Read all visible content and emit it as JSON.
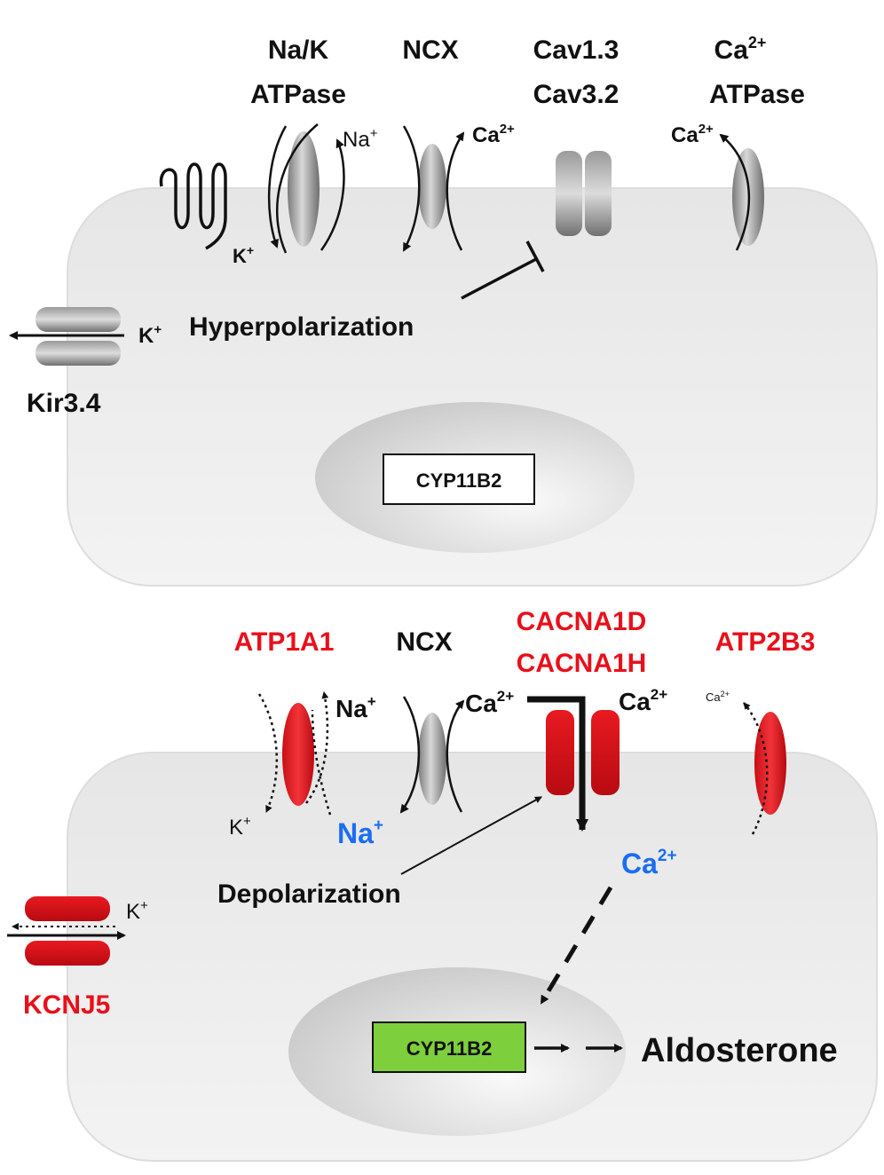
{
  "top_panel": {
    "channels": {
      "na_k_atpase_line1": "Na/K",
      "na_k_atpase_line2": "ATPase",
      "ncx": "NCX",
      "cav_line1": "Cav1.3",
      "cav_line2": "Cav3.2",
      "ca_atpase_line1": "Ca",
      "ca_atpase_line1_sup": "2+",
      "ca_atpase_line2": "ATPase"
    },
    "ions": {
      "na": "Na",
      "na_sup": "+",
      "ca_ncx": "Ca",
      "ca_ncx_sup": "2+",
      "ca_pump": "Ca",
      "ca_pump_sup": "2+",
      "k_pump": "K",
      "k_pump_sup": "+",
      "k_kir": "K",
      "k_kir_sup": "+"
    },
    "hyperpolarization": "Hyperpolarization",
    "kir": "Kir3.4",
    "nucleus_gene": "CYP11B2"
  },
  "bottom_panel": {
    "channels": {
      "atp1a1": "ATP1A1",
      "ncx": "NCX",
      "cacna1d": "CACNA1D",
      "cacna1h": "CACNA1H",
      "atp2b3": "ATP2B3"
    },
    "ions": {
      "na_out": "Na",
      "na_out_sup": "+",
      "ca_ncx": "Ca",
      "ca_ncx_sup": "2+",
      "ca_channel": "Ca",
      "ca_channel_sup": "2+",
      "ca_pump": "Ca",
      "ca_pump_sup": "2+",
      "k_pump": "K",
      "k_pump_sup": "+",
      "na_in": "Na",
      "na_in_sup": "+",
      "ca_in": "Ca",
      "ca_in_sup": "2+",
      "k_kcnj": "K",
      "k_kcnj_sup": "+"
    },
    "depolarization": "Depolarization",
    "kcnj5": "KCNJ5",
    "nucleus_gene": "CYP11B2",
    "output": "Aldosterone"
  },
  "colors": {
    "mutant_red": "#e8101a",
    "label_red": "#e8101a",
    "ion_blue": "#1a6ef0",
    "gene_box_green": "#7dcf3b",
    "cell_fill": "#ebebeb",
    "text": "#111111"
  }
}
